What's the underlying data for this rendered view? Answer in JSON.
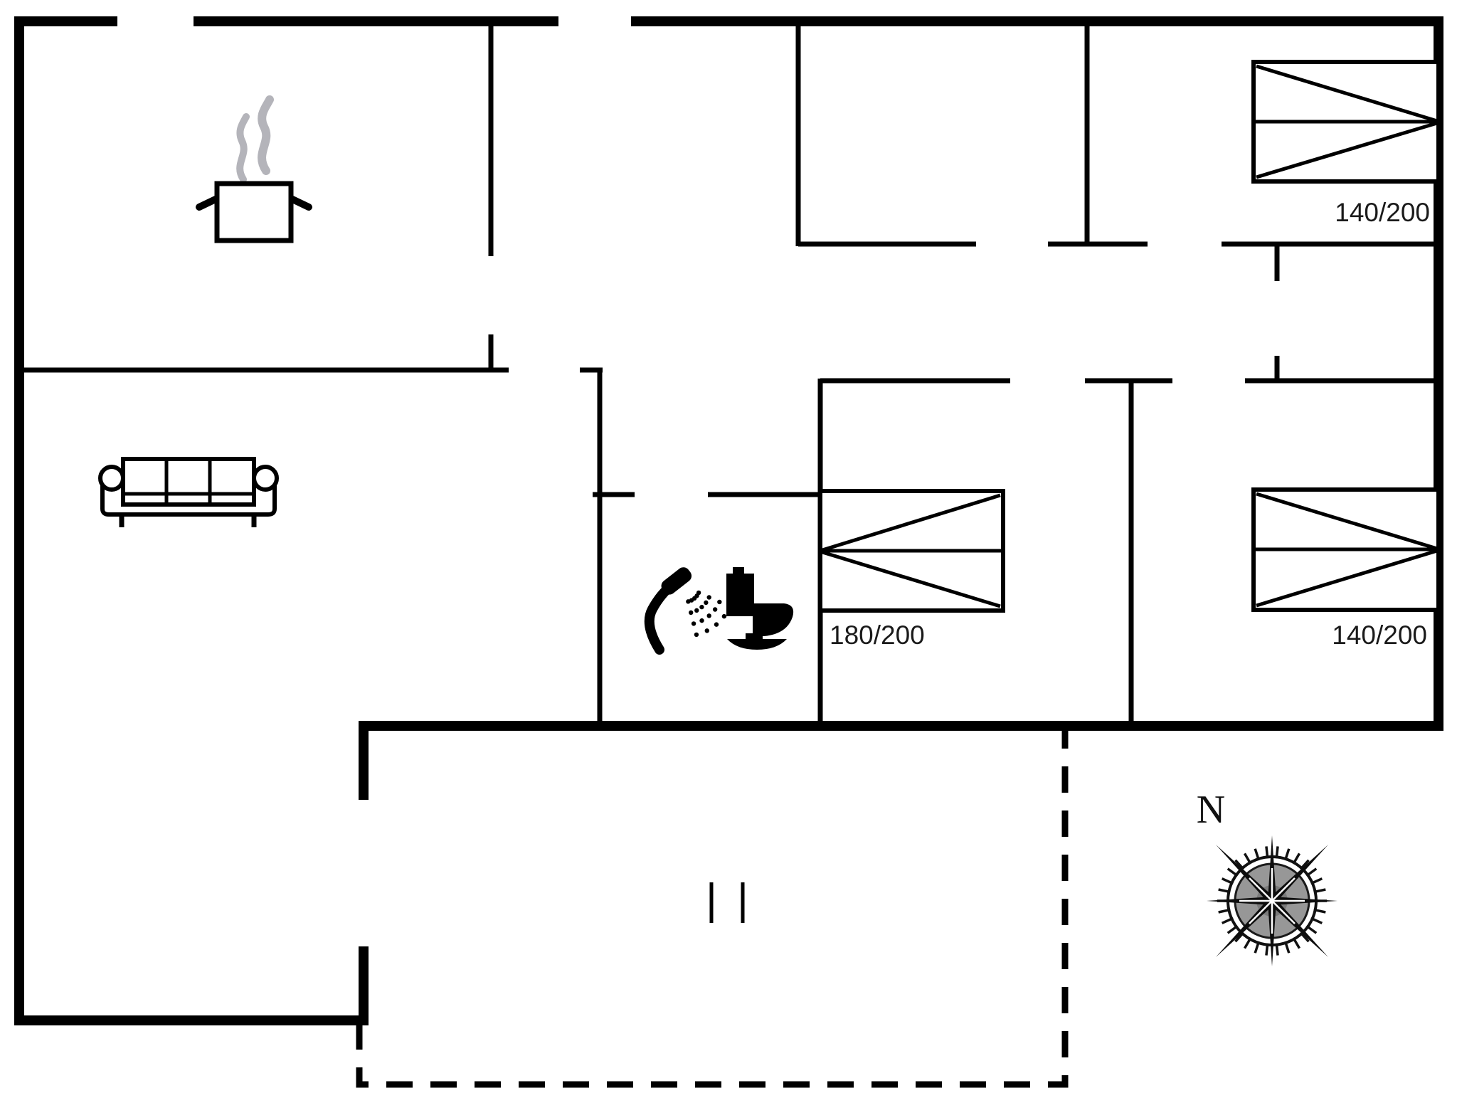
{
  "floor_plan": {
    "background_color": "#ffffff",
    "wall_color": "#000000",
    "text_color": "#1a1a1a",
    "steam_color": "#b4b4ba",
    "beds": [
      {
        "id": "bed-top-right",
        "size_label": "140/200"
      },
      {
        "id": "bed-middle",
        "size_label": "180/200"
      },
      {
        "id": "bed-bottom-right",
        "size_label": "140/200"
      }
    ],
    "compass": {
      "north_label": "N"
    },
    "icons": [
      {
        "name": "cooking-pot-icon"
      },
      {
        "name": "sofa-icon"
      },
      {
        "name": "shower-icon"
      },
      {
        "name": "toilet-icon"
      },
      {
        "name": "compass-rose-icon"
      }
    ]
  }
}
